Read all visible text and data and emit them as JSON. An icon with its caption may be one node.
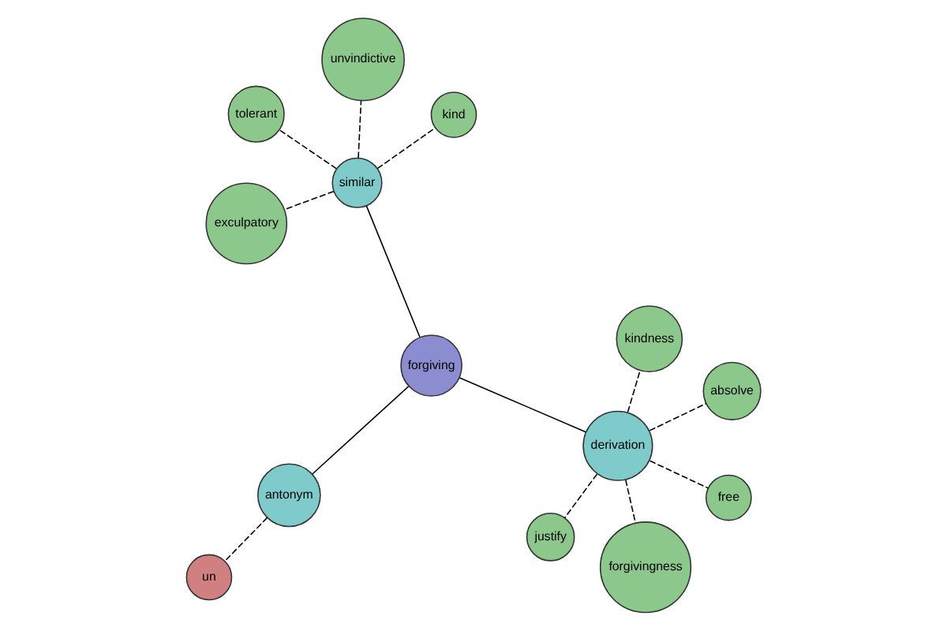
{
  "diagram": {
    "nodes": [
      {
        "text": [
          "forgiving"
        ]
      },
      {
        "text": [
          "derivation"
        ]
      },
      {
        "text": [
          "antonym"
        ]
      },
      {
        "text": [
          "similar"
        ]
      },
      {
        "text": [
          "absolve"
        ]
      },
      {
        "text": [
          "kindness"
        ]
      },
      {
        "text": [
          "justify"
        ]
      },
      {
        "text": [
          "free"
        ]
      },
      {
        "text": [
          "forgivingness"
        ]
      },
      {
        "text": [
          "un"
        ]
      },
      {
        "text": [
          "exculpatory"
        ]
      },
      {
        "text": [
          "tolerant"
        ]
      },
      {
        "text": [
          "kind"
        ]
      },
      {
        "text": [
          "unvindictive"
        ]
      }
    ],
    "edges": [
      {
        "from": 0,
        "to": 1,
        "arrow": "none"
      },
      {
        "from": 0,
        "to": 2,
        "arrow": "none"
      },
      {
        "from": 0,
        "to": 3,
        "arrow": "none"
      },
      {
        "from": 1,
        "to": 4,
        "arrow": "none",
        "style": "dashed"
      },
      {
        "from": 1,
        "to": 5,
        "arrow": "none",
        "style": "dashed"
      },
      {
        "from": 1,
        "to": 6,
        "arrow": "none",
        "style": "dashed"
      },
      {
        "from": 1,
        "to": 7,
        "arrow": "none",
        "style": "dashed"
      },
      {
        "from": 1,
        "to": 8,
        "arrow": "none",
        "style": "dashed"
      },
      {
        "from": 2,
        "to": 9,
        "arrow": "none",
        "style": "dashed"
      },
      {
        "from": 3,
        "to": 10,
        "arrow": "none",
        "style": "dashed"
      },
      {
        "from": 3,
        "to": 11,
        "arrow": "none",
        "style": "dashed"
      },
      {
        "from": 3,
        "to": 12,
        "arrow": "none",
        "style": "dashed"
      },
      {
        "from": 3,
        "to": 13,
        "arrow": "none",
        "style": "dashed"
      }
    ]
  }
}
